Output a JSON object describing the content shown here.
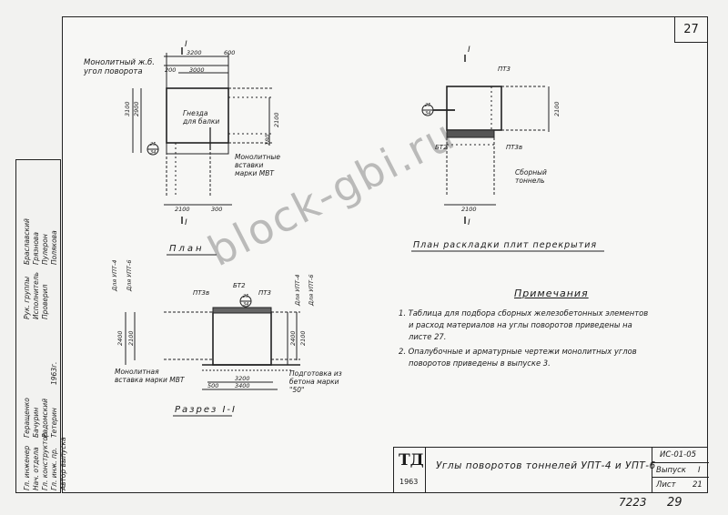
{
  "sheet_number": "27",
  "labels": {
    "section_mark_plan": "I",
    "section_mark_plan_bottom": "I",
    "section_mark_right_top": "I",
    "section_mark_right_bottom": "I",
    "monolith_corner": "Монолитный ж.б. угол поворота",
    "sockets": "Гнезда для балки",
    "monolith_inserts_plan": "Монолитные вставки марки МВТ",
    "plan_title": "План",
    "layout_title": "План раскладки плит перекрытия",
    "section_title": "Разрез I-I",
    "prefab_tunnel": "Сборный тоннель",
    "monolith_inserts_section": "Монолитная вставка марки МВТ",
    "base_prep": "Подготовка из бетона марки \"50\"",
    "upt4": "Для УПТ-4",
    "upt6": "Для УПТ-6",
    "upt4_r": "Для УПТ-4",
    "upt6_r": "Для УПТ-6"
  },
  "marks": {
    "pt3": "ПТ3",
    "pt3v": "ПТ3в",
    "bt2": "БТ2",
    "callout_top": "25",
    "callout_bot": "34"
  },
  "dims": {
    "d3200": "3200",
    "d600": "600",
    "d3000": "3000",
    "d200": "200",
    "d2100": "2100",
    "d300": "300",
    "d3100": "3100",
    "d2900": "2900",
    "d180": "180",
    "d2400": "2400",
    "d3400": "3400",
    "d500": "500"
  },
  "notes": {
    "title": "Примечания",
    "n1a": "1. Таблица для подбора сборных железобетонных элементов",
    "n1b": "и расход материалов на углы поворотов приведены на",
    "n1c": "листе 27.",
    "n2a": "2. Опалубочные и арматурные чертежи монолитных углов",
    "n2b": "поворотов приведены в выпуске 3."
  },
  "title_block": {
    "logo": "ТД",
    "year": "1963",
    "title": "Углы поворотов тоннелей УПТ-4 и УПТ-6",
    "code": "ИС-01-05",
    "issue_label": "Выпуск",
    "issue_value": "I",
    "sheet_label": "Лист",
    "sheet_value": "21"
  },
  "signatures": [
    {
      "role": "Гл. инженер",
      "name": "Геращенко",
      "sig": ""
    },
    {
      "role": "Нач. отдела",
      "name": "Бачурин",
      "sig": ""
    },
    {
      "role": "Гл. конструктор",
      "name": "Радомский",
      "sig": ""
    },
    {
      "role": "Гл. инж. пр.",
      "name": "Тетерин",
      "sig": "1963г."
    },
    {
      "role": "Автор выпуска",
      "name": "",
      "sig": ""
    }
  ],
  "signatures_upper": [
    {
      "role": "Рук. группы",
      "name": "Браславский"
    },
    {
      "role": "Исполнитель",
      "name": "Грязнова"
    },
    {
      "role": "Проверил",
      "name": "Пулерон"
    },
    {
      "role": "",
      "name": "Полякова"
    }
  ],
  "bottom": {
    "left_num": "7223",
    "right_num": "29"
  },
  "watermark": "block-gbi.ru"
}
